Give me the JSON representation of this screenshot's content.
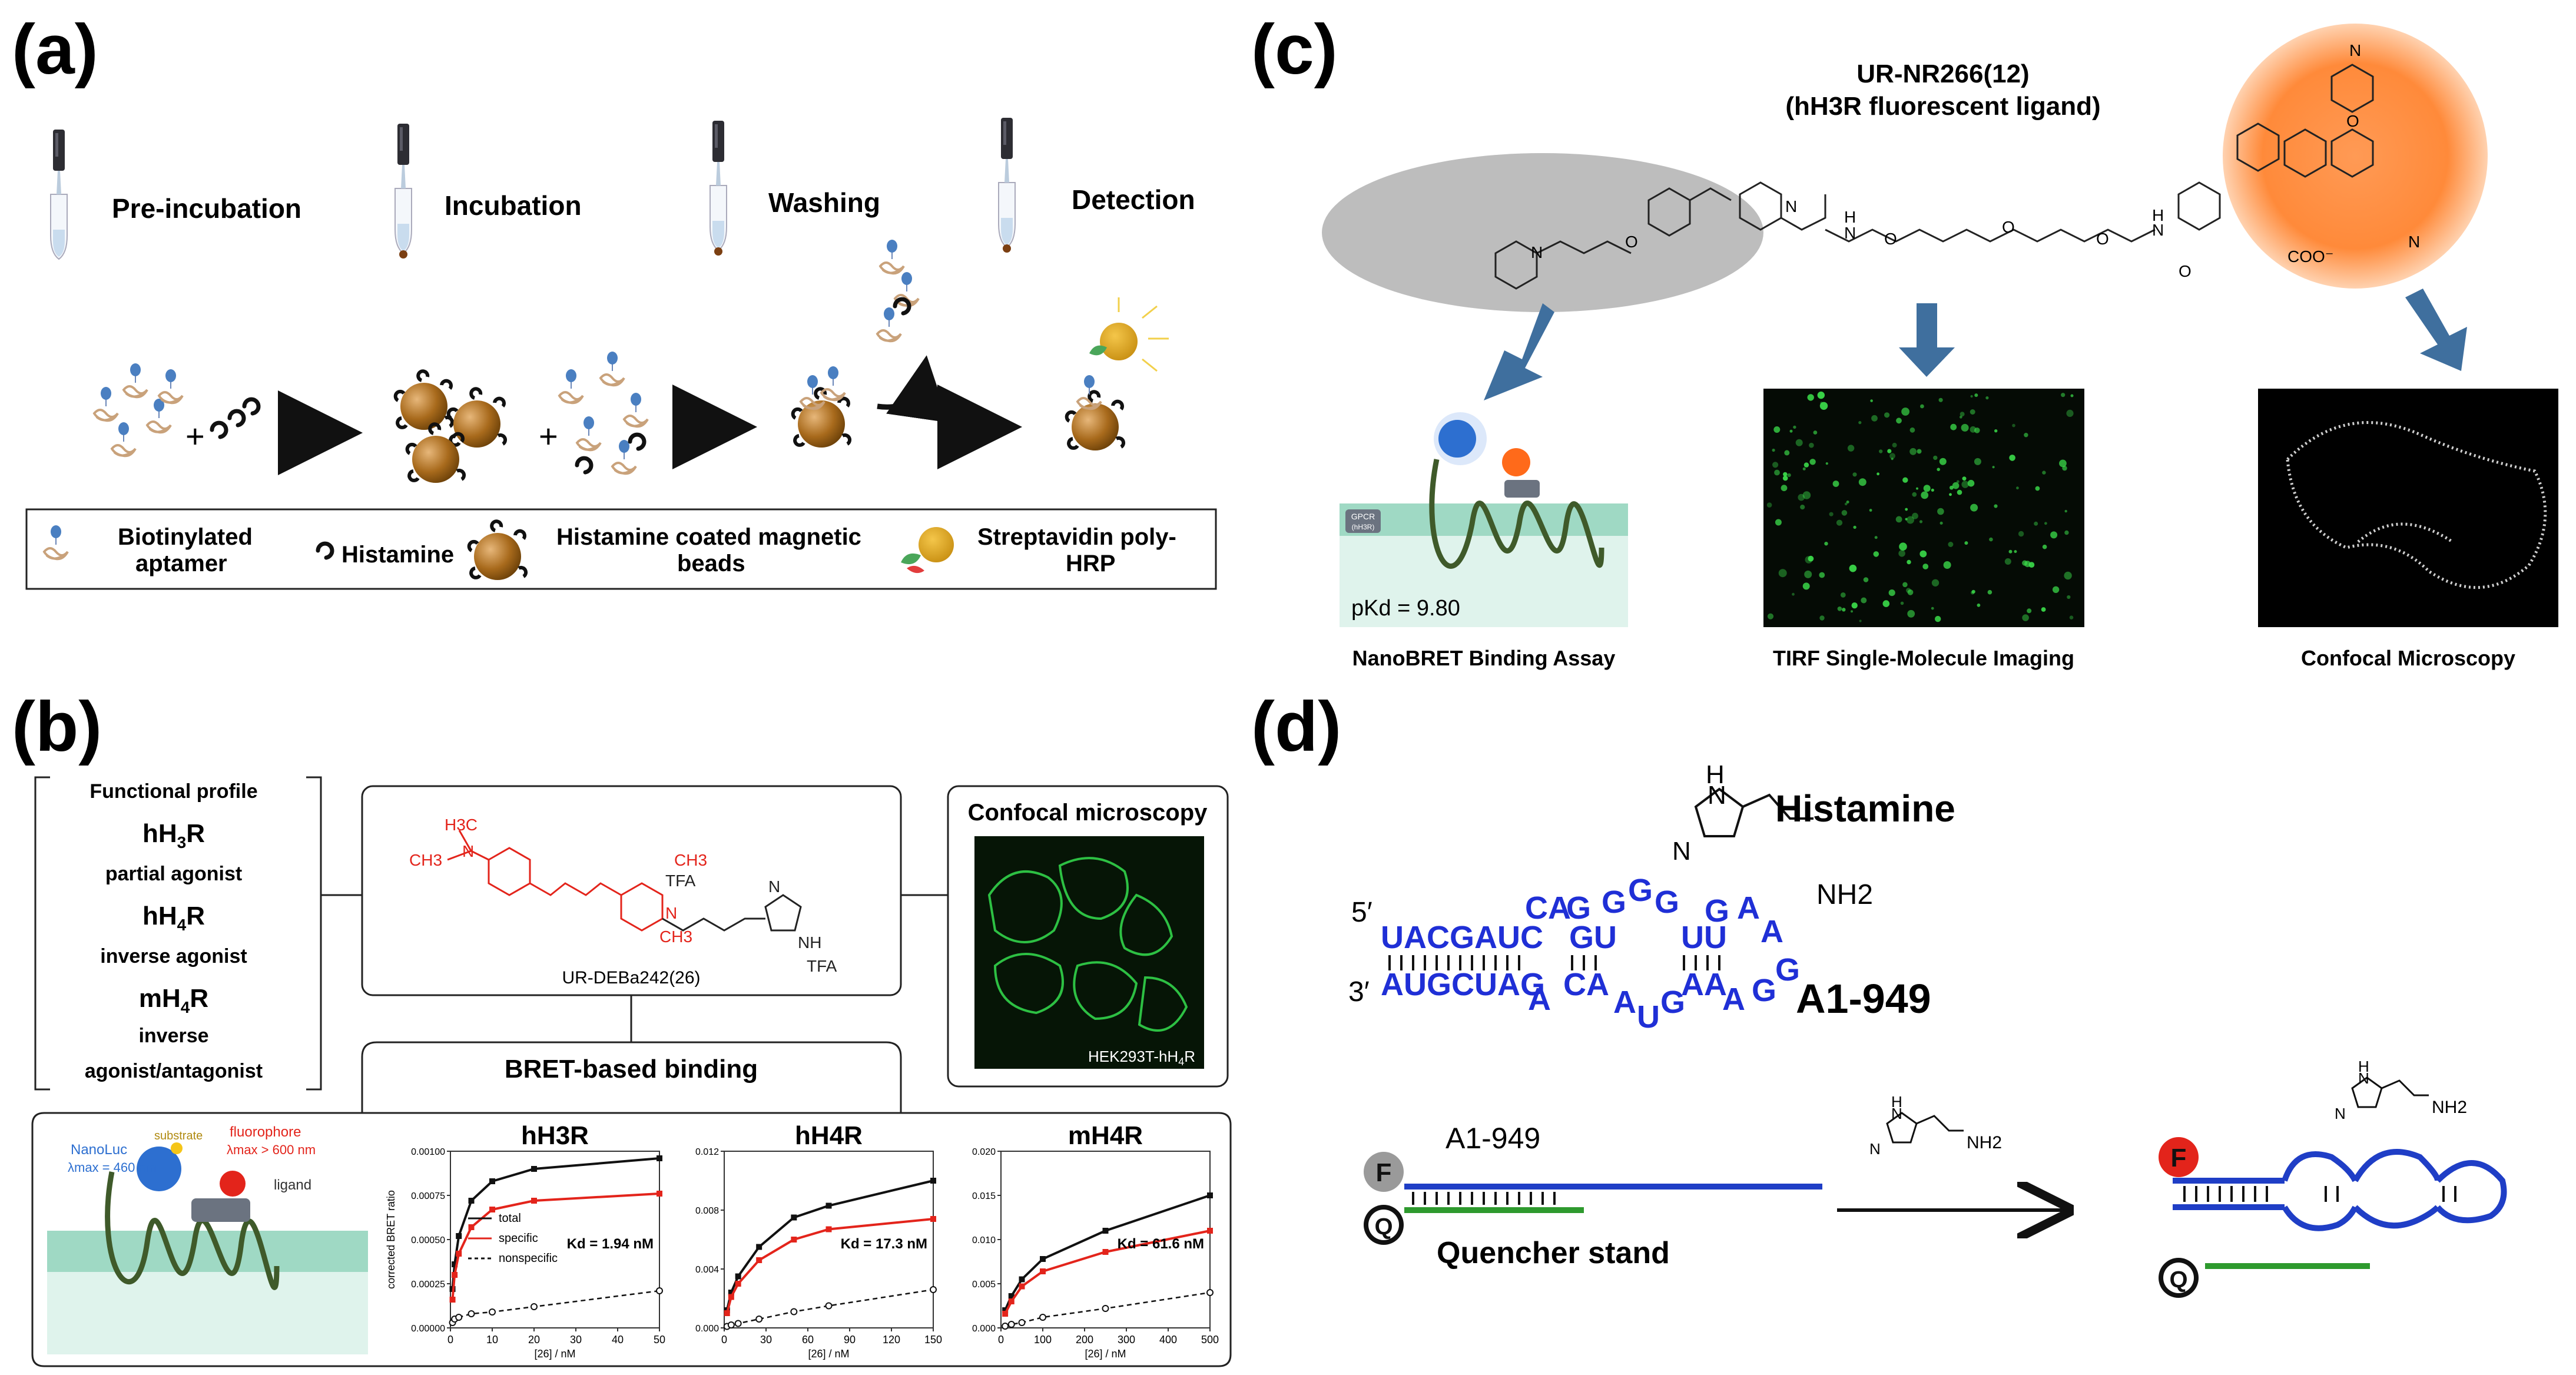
{
  "colors": {
    "aptamer_blue": "#4a7fc1",
    "bead_brown": "#a86a1c",
    "arrow_blue": "#3f6f9e",
    "seq_blue": "#1f2fd6",
    "strand_blue": "#1f3ec6",
    "strand_green": "#2e9a2e",
    "red": "#e3241b",
    "orange_glow": "#ff8a3a",
    "membrane": "#9fd9c4"
  },
  "panel_a": {
    "letter": "(a)",
    "steps": [
      "Pre-incubation",
      "Incubation",
      "Washing",
      "Detection"
    ],
    "plus": "+",
    "legend": {
      "aptamer_1": "Biotinylated",
      "aptamer_2": "aptamer",
      "histamine": "Histamine",
      "beads_1": "Histamine coated magnetic",
      "beads_2": "beads",
      "strep_1": "Streptavidin poly-",
      "strep_2": "HRP"
    }
  },
  "panel_b": {
    "letter": "(b)",
    "profile_title": "Functional profile",
    "r1": "hH",
    "r1_sub": "3",
    "r1_tail": "R",
    "r1_desc": "partial agonist",
    "r2": "hH",
    "r2_sub": "4",
    "r2_tail": "R",
    "r2_desc": "inverse agonist",
    "r3": "mH",
    "r3_sub": "4",
    "r3_tail": "R",
    "r3_desc1": "inverse",
    "r3_desc2": "agonist/antagonist",
    "compound": "UR-DEBa242(26)",
    "confocal_title": "Confocal microscopy",
    "cell_line": "HEK293T-hH",
    "cell_line_sub": "4",
    "cell_line_tail": "R",
    "bret_title": "BRET-based binding",
    "nanoluc": "NanoLuc",
    "nanoluc_lambda": "λmax = 460 nm",
    "substrate": "substrate",
    "fluorophore": "fluorophore",
    "fluor_lambda": "λmax > 600 nm",
    "ligand": "ligand",
    "mol_labels": [
      "H3C",
      "N",
      "CH3",
      "CH3",
      "TFA",
      "N",
      "CH3",
      "N",
      "NH",
      "TFA"
    ],
    "ylabel": "corrected BRET ratio",
    "xlabel": "[26] / nM",
    "legend_total": "total",
    "legend_specific": "specific",
    "legend_nonspecific": "nonspecific"
  },
  "panel_c": {
    "letter": "(c)",
    "title_1": "UR-NR266(12)",
    "title_2": "(hH3R fluorescent ligand)",
    "gpcr": "GPCR",
    "gpcr_sub": "(hH3R)",
    "pkd": "pKd = 9.80",
    "captions": [
      "NanoBRET Binding Assay",
      "TIRF Single-Molecule Imaging",
      "Confocal Microscopy"
    ],
    "atoms": [
      "N",
      "O",
      "N",
      "H",
      "N",
      "O",
      "O",
      "O",
      "N",
      "H",
      "O",
      "COO⁻",
      "N",
      "N",
      "O"
    ]
  },
  "panel_d": {
    "letter": "(d)",
    "histamine": "Histamine",
    "prime5": "5′",
    "prime3": "3′",
    "seq_top": "UACGAUC",
    "seq_bottom": "AUGCUAG",
    "aptamer_name": "A1-949",
    "h_atom": "H",
    "n_atom": "N",
    "nh2": "NH2",
    "fq_name": "A1-949",
    "f": "F",
    "q": "Q",
    "quencher": "Quencher stand"
  },
  "chart_data": [
    {
      "type": "scatter",
      "title": "hH3R",
      "xlabel": "[26] / nM",
      "ylabel": "corrected BRET ratio",
      "xlim": [
        0,
        50
      ],
      "ylim": [
        0,
        0.001
      ],
      "x": [
        0.5,
        1,
        2,
        5,
        10,
        20,
        50
      ],
      "xticks": [
        0,
        10,
        20,
        30,
        40,
        50
      ],
      "yticks": [
        "0.00000",
        "0.00025",
        "0.00050",
        "0.00075",
        "0.00100"
      ],
      "annotation": "Kd = 1.94 nM",
      "series": [
        {
          "name": "total",
          "values": [
            0.00022,
            0.00036,
            0.00052,
            0.00072,
            0.00083,
            0.0009,
            0.00096
          ]
        },
        {
          "name": "specific",
          "values": [
            0.00016,
            0.0003,
            0.00042,
            0.00057,
            0.00067,
            0.00072,
            0.00076
          ]
        },
        {
          "name": "nonspecific",
          "values": [
            3e-05,
            5e-05,
            6e-05,
            8e-05,
            9e-05,
            0.00012,
            0.00021
          ]
        }
      ],
      "legend": "top-left"
    },
    {
      "type": "scatter",
      "title": "hH4R",
      "xlabel": "[26] / nM",
      "xlim": [
        0,
        150
      ],
      "ylim": [
        0,
        0.012
      ],
      "x": [
        2,
        5,
        10,
        25,
        50,
        75,
        150
      ],
      "xticks": [
        0,
        30,
        60,
        90,
        120,
        150
      ],
      "yticks": [
        "0.000",
        "0.004",
        "0.008",
        "0.012"
      ],
      "annotation": "Kd = 17.3 nM",
      "series": [
        {
          "name": "total",
          "values": [
            0.0012,
            0.0024,
            0.0035,
            0.0055,
            0.0075,
            0.0083,
            0.01
          ]
        },
        {
          "name": "specific",
          "values": [
            0.001,
            0.0021,
            0.003,
            0.0046,
            0.006,
            0.0067,
            0.0074
          ]
        },
        {
          "name": "nonspecific",
          "values": [
            0.0001,
            0.0002,
            0.0003,
            0.0006,
            0.0011,
            0.0015,
            0.0026
          ]
        }
      ]
    },
    {
      "type": "scatter",
      "title": "mH4R",
      "xlabel": "[26] / nM",
      "xlim": [
        0,
        500
      ],
      "ylim": [
        0,
        0.02
      ],
      "x": [
        10,
        25,
        50,
        100,
        250,
        500
      ],
      "xticks": [
        0,
        100,
        200,
        300,
        400,
        500
      ],
      "yticks": [
        "0.000",
        "0.005",
        "0.010",
        "0.015",
        "0.020"
      ],
      "annotation": "Kd = 61.6 nM",
      "series": [
        {
          "name": "total",
          "values": [
            0.002,
            0.0036,
            0.0055,
            0.0078,
            0.011,
            0.015
          ]
        },
        {
          "name": "specific",
          "values": [
            0.0016,
            0.003,
            0.0047,
            0.0064,
            0.0086,
            0.011
          ]
        },
        {
          "name": "nonspecific",
          "values": [
            0.0002,
            0.0004,
            0.0006,
            0.0012,
            0.0022,
            0.004
          ]
        }
      ]
    }
  ]
}
